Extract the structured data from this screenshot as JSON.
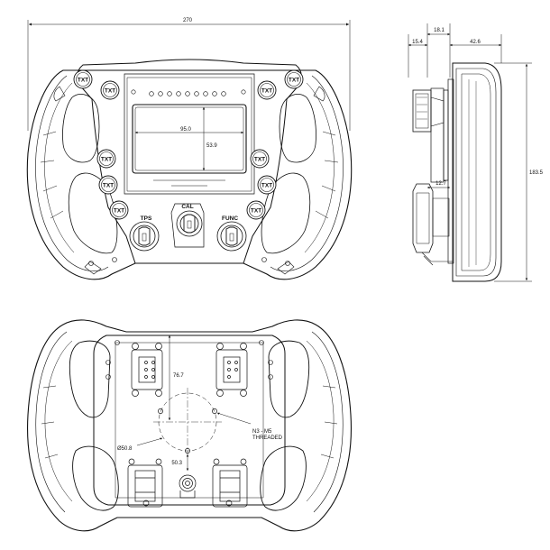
{
  "dimensions": {
    "overall_width": "270",
    "depth_a": "18.1",
    "depth_b": "15.4",
    "depth_c": "42.6",
    "overall_height": "183.5",
    "screen_width": "95.0",
    "screen_height": "53.9",
    "side_offset": "12.7",
    "mount_height": "76.7",
    "bolt_circle": "Ø50.8",
    "bolt_spacing": "50.3"
  },
  "button_label": "TXT",
  "knob_labels": {
    "left": "TPS",
    "center": "CAL",
    "right": "FUNC"
  },
  "thread_note": {
    "line1": "N3 - M5",
    "line2": "THREADED"
  }
}
